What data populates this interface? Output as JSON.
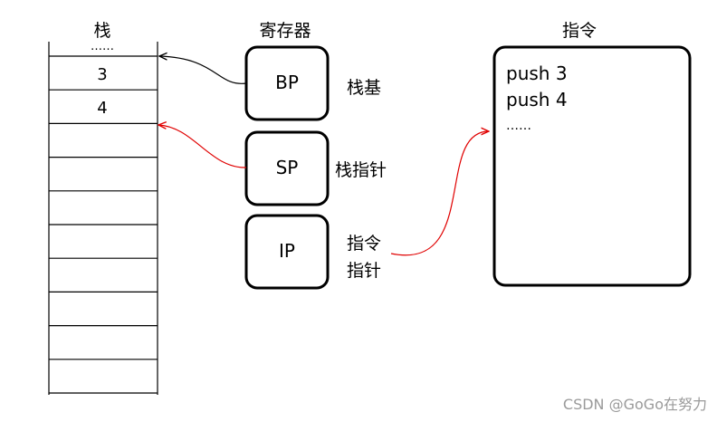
{
  "stack": {
    "title": "栈",
    "top_ellipsis": "……",
    "cells": [
      "3",
      "4",
      "",
      "",
      "",
      "",
      "",
      "",
      "",
      ""
    ]
  },
  "registers": {
    "title": "寄存器",
    "items": [
      {
        "id": "bp",
        "name": "BP",
        "desc_lines": [
          "栈基"
        ],
        "arrow_color": "#000000"
      },
      {
        "id": "sp",
        "name": "SP",
        "desc_lines": [
          "栈指针"
        ],
        "arrow_color": "#e00000"
      },
      {
        "id": "ip",
        "name": "IP",
        "desc_lines": [
          "指令",
          "指针"
        ],
        "arrow_color": "#e00000"
      }
    ]
  },
  "instructions": {
    "title": "指令",
    "lines": [
      "push 3",
      "push 4",
      "……"
    ]
  },
  "watermark": "CSDN @GoGo在努力"
}
